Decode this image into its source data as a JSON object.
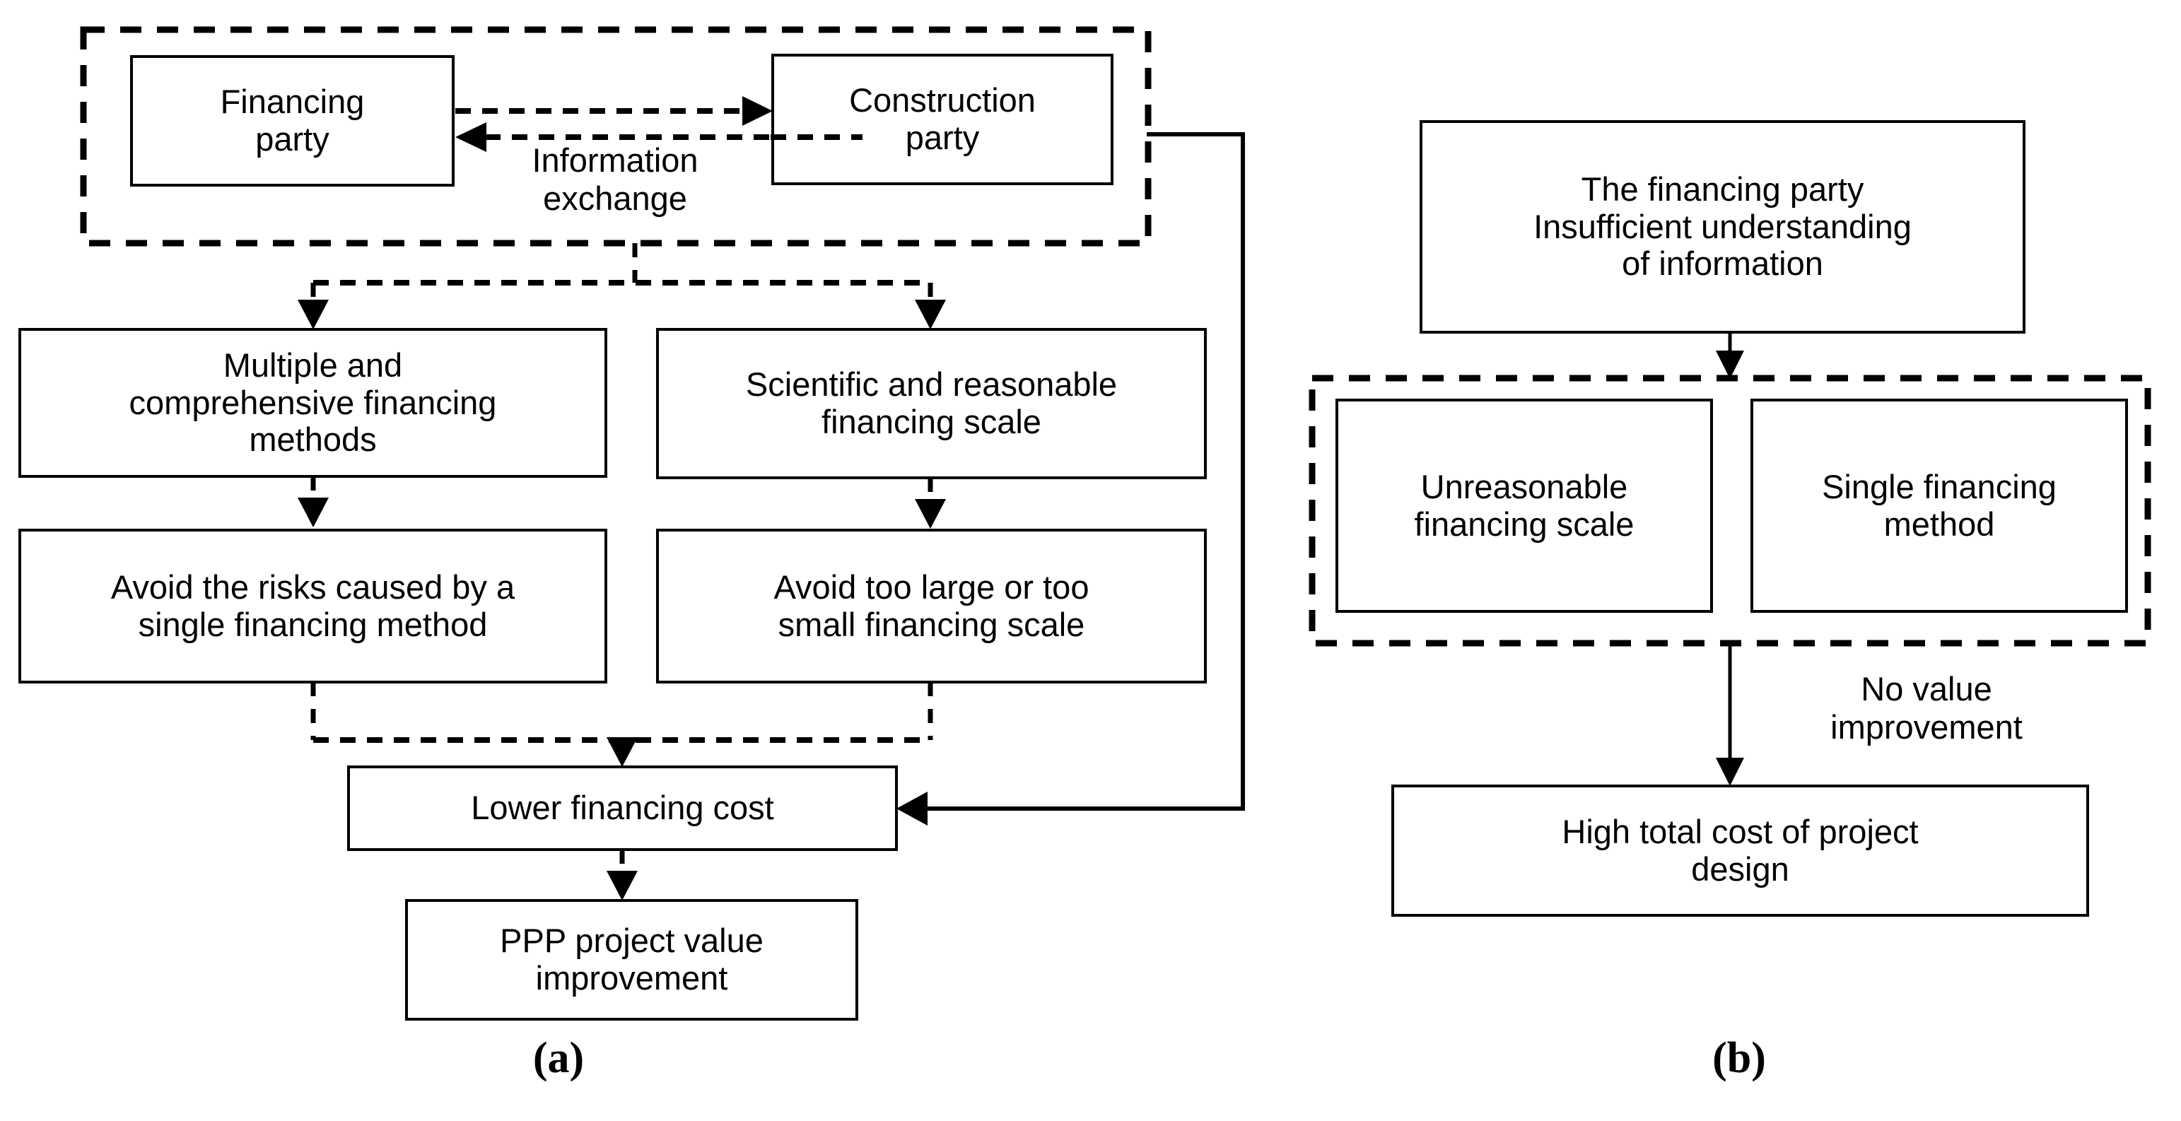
{
  "figure": {
    "type": "flow-diagram",
    "panels": [
      {
        "id": "a",
        "caption": "(a)",
        "group_label": "information-exchange-group",
        "nodes": [
          {
            "id": "financing-party",
            "label": "Financing\nparty"
          },
          {
            "id": "construction-party",
            "label": "Construction\nparty"
          },
          {
            "id": "multiple-methods",
            "label": "Multiple and\ncomprehensive financing\nmethods"
          },
          {
            "id": "scientific-scale",
            "label": "Scientific and reasonable\nfinancing scale"
          },
          {
            "id": "avoid-single-method-risk",
            "label": "Avoid the risks caused by a\nsingle financing method"
          },
          {
            "id": "avoid-scale-extremes",
            "label": "Avoid too large or too\nsmall financing scale"
          },
          {
            "id": "lower-financing-cost",
            "label": "Lower financing cost"
          },
          {
            "id": "ppp-value-improvement",
            "label": "PPP project value\nimprovement"
          }
        ],
        "edge_labels": [
          {
            "id": "information-exchange",
            "label": "Information\nexchange"
          }
        ]
      },
      {
        "id": "b",
        "caption": "(b)",
        "group_label": "insufficient-understanding-group",
        "nodes": [
          {
            "id": "financing-party-insufficient",
            "label": "The financing party\nInsufficient understanding\nof information"
          },
          {
            "id": "unreasonable-scale",
            "label": "Unreasonable\nfinancing scale"
          },
          {
            "id": "single-method",
            "label": "Single financing\nmethod"
          },
          {
            "id": "high-total-cost",
            "label": "High total cost of project\ndesign"
          }
        ],
        "edge_labels": [
          {
            "id": "no-value-improvement",
            "label": "No value\nimprovement"
          }
        ]
      }
    ],
    "colors": {
      "stroke": "#000000",
      "fill": "#ffffff",
      "text": "#000000"
    }
  }
}
